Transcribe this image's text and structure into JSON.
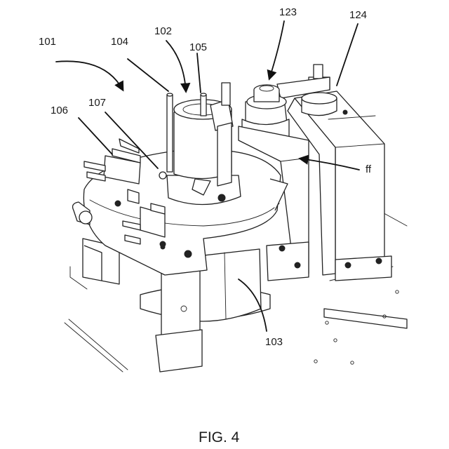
{
  "figure": {
    "caption": "FIG. 4",
    "labels": {
      "l101": "101",
      "l102": "102",
      "l103": "103",
      "l104": "104",
      "l105": "105",
      "l106": "106",
      "l107": "107",
      "l123": "123",
      "l124": "124",
      "lff": "ff"
    }
  }
}
